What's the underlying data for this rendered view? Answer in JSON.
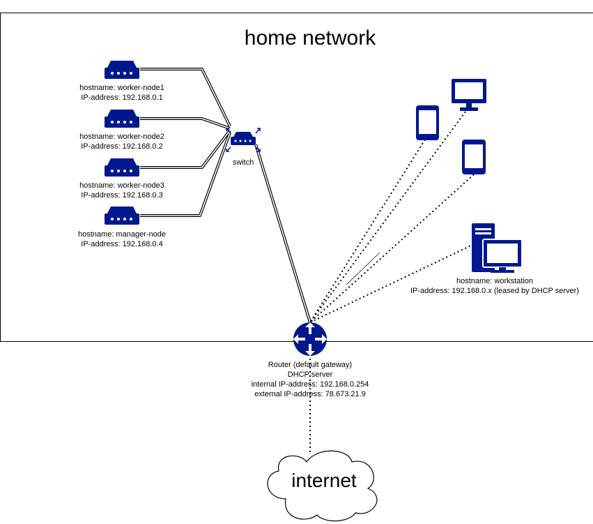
{
  "diagram": {
    "title": "home network",
    "switch_label": "switch",
    "servers": [
      {
        "hostname": "hostname: worker-node1",
        "ip": "IP-address: 192.168.0.1"
      },
      {
        "hostname": "hostname: worker-node2",
        "ip": "IP-address: 192.168.0.2"
      },
      {
        "hostname": "hostname: worker-node3",
        "ip": "IP-address: 192.168.0.3"
      },
      {
        "hostname": "hostname: manager-node",
        "ip": "IP-address: 192.168.0.4"
      }
    ],
    "workstation": {
      "hostname": "hostname: workstation",
      "ip": "IP-address: 192.168.0.x (leased by DHCP server)"
    },
    "router": {
      "line1": "Router (default gateway)",
      "line2": "DHCP server",
      "line3": "internal IP-address: 192.168.0.254",
      "line4": "external IP-address: 78.673.21.9"
    },
    "internet_label": "internet",
    "colors": {
      "device": "#00188d",
      "line": "#000000",
      "border": "#000000"
    }
  }
}
